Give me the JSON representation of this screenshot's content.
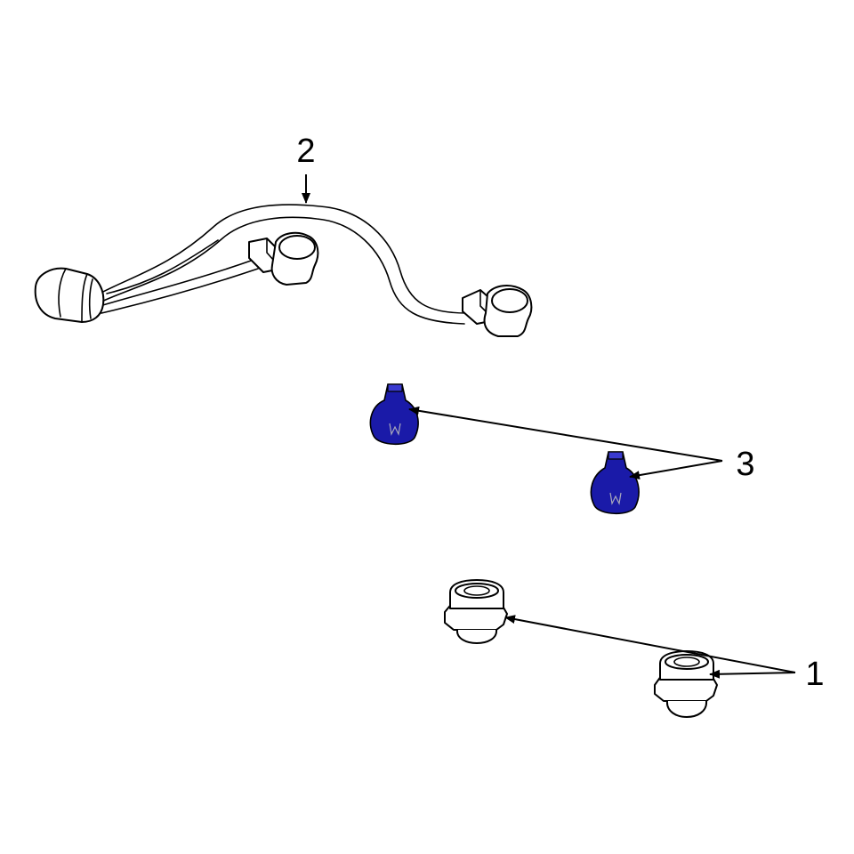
{
  "callouts": {
    "part_1": "1",
    "part_2": "2",
    "part_3": "3"
  },
  "colors": {
    "bulb_fill": "#1a1aa8",
    "bulb_highlight": "#3a3ad0",
    "line": "#000000",
    "background": "#ffffff"
  },
  "parts": [
    {
      "callout": "1",
      "name": "socket",
      "count": 2
    },
    {
      "callout": "2",
      "name": "wire-harness",
      "count": 1
    },
    {
      "callout": "3",
      "name": "bulb",
      "count": 2
    }
  ]
}
